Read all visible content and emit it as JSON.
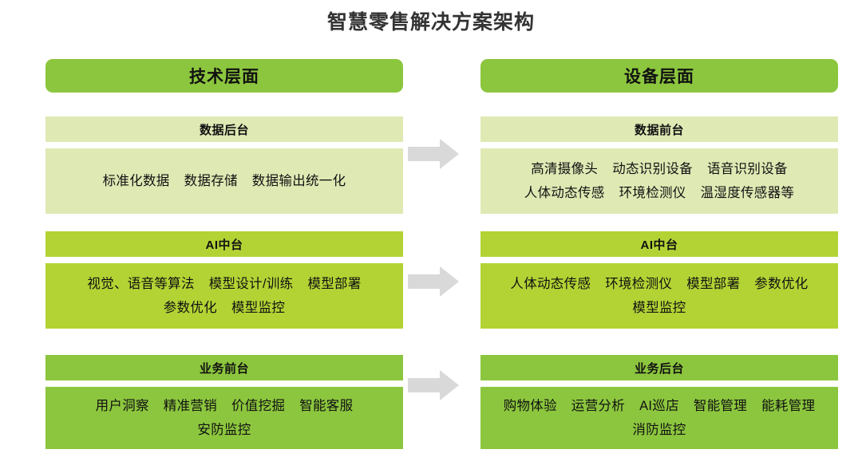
{
  "title": "智慧零售解决方案架构",
  "colors": {
    "header_green": "#8cc63e",
    "pale_green": "#dfe9b4",
    "mid_green": "#b3d334",
    "strong_green": "#8cc63e",
    "arrow_gray": "#d9d9d9",
    "title_text": "#333333"
  },
  "columns": [
    {
      "id": "technology",
      "header": "技术层面"
    },
    {
      "id": "device",
      "header": "设备层面"
    }
  ],
  "arrows": [
    {
      "name": "arrow-row-1",
      "direction": "right"
    },
    {
      "name": "arrow-row-2",
      "direction": "right"
    },
    {
      "name": "arrow-row-3",
      "direction": "right"
    }
  ],
  "layers": {
    "left": [
      {
        "title": "数据后台",
        "tone": "pale",
        "items": [
          "标准化数据",
          "数据存储",
          "数据输出统一化"
        ]
      },
      {
        "title": "AI中台",
        "tone": "mid",
        "items": [
          "视觉、语音等算法",
          "模型设计/训练",
          "模型部署",
          "参数优化",
          "模型监控"
        ]
      },
      {
        "title": "业务前台",
        "tone": "strong",
        "items": [
          "用户洞察",
          "精准营销",
          "价值挖掘",
          "智能客服",
          "安防监控"
        ]
      }
    ],
    "right": [
      {
        "title": "数据前台",
        "tone": "pale",
        "items": [
          "高清摄像头",
          "动态识别设备",
          "语音识别设备",
          "人体动态传感",
          "环境检测仪",
          "温湿度传感器等"
        ]
      },
      {
        "title": "AI中台",
        "tone": "mid",
        "items": [
          "人体动态传感",
          "环境检测仪",
          "模型部署",
          "参数优化",
          "模型监控"
        ]
      },
      {
        "title": "业务后台",
        "tone": "strong",
        "items": [
          "购物体验",
          "运营分析",
          "AI巡店",
          "智能管理",
          "能耗管理",
          "消防监控"
        ]
      }
    ]
  }
}
